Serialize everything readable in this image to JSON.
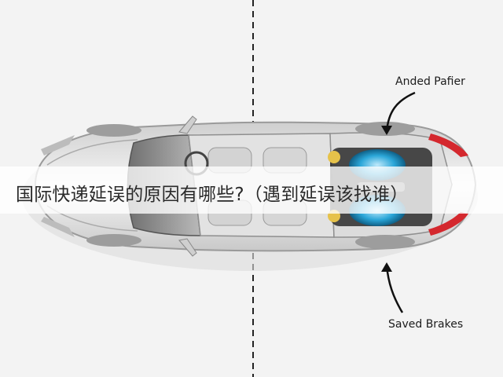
{
  "background_color": "#f3f3f3",
  "car_body_color": "#e8e8e8",
  "tail_light_color": "#d4282e",
  "motor_accent_color": "#2aa6d8",
  "callouts": {
    "top_label": "Anded Pafier",
    "bottom_label": "Saved Brakes"
  },
  "headline": {
    "text": "国际快递延误的原因有哪些?（遇到延误该找谁）"
  },
  "icons": [
    "arrow-icon",
    "car-illustration",
    "dashed-divider-line"
  ]
}
